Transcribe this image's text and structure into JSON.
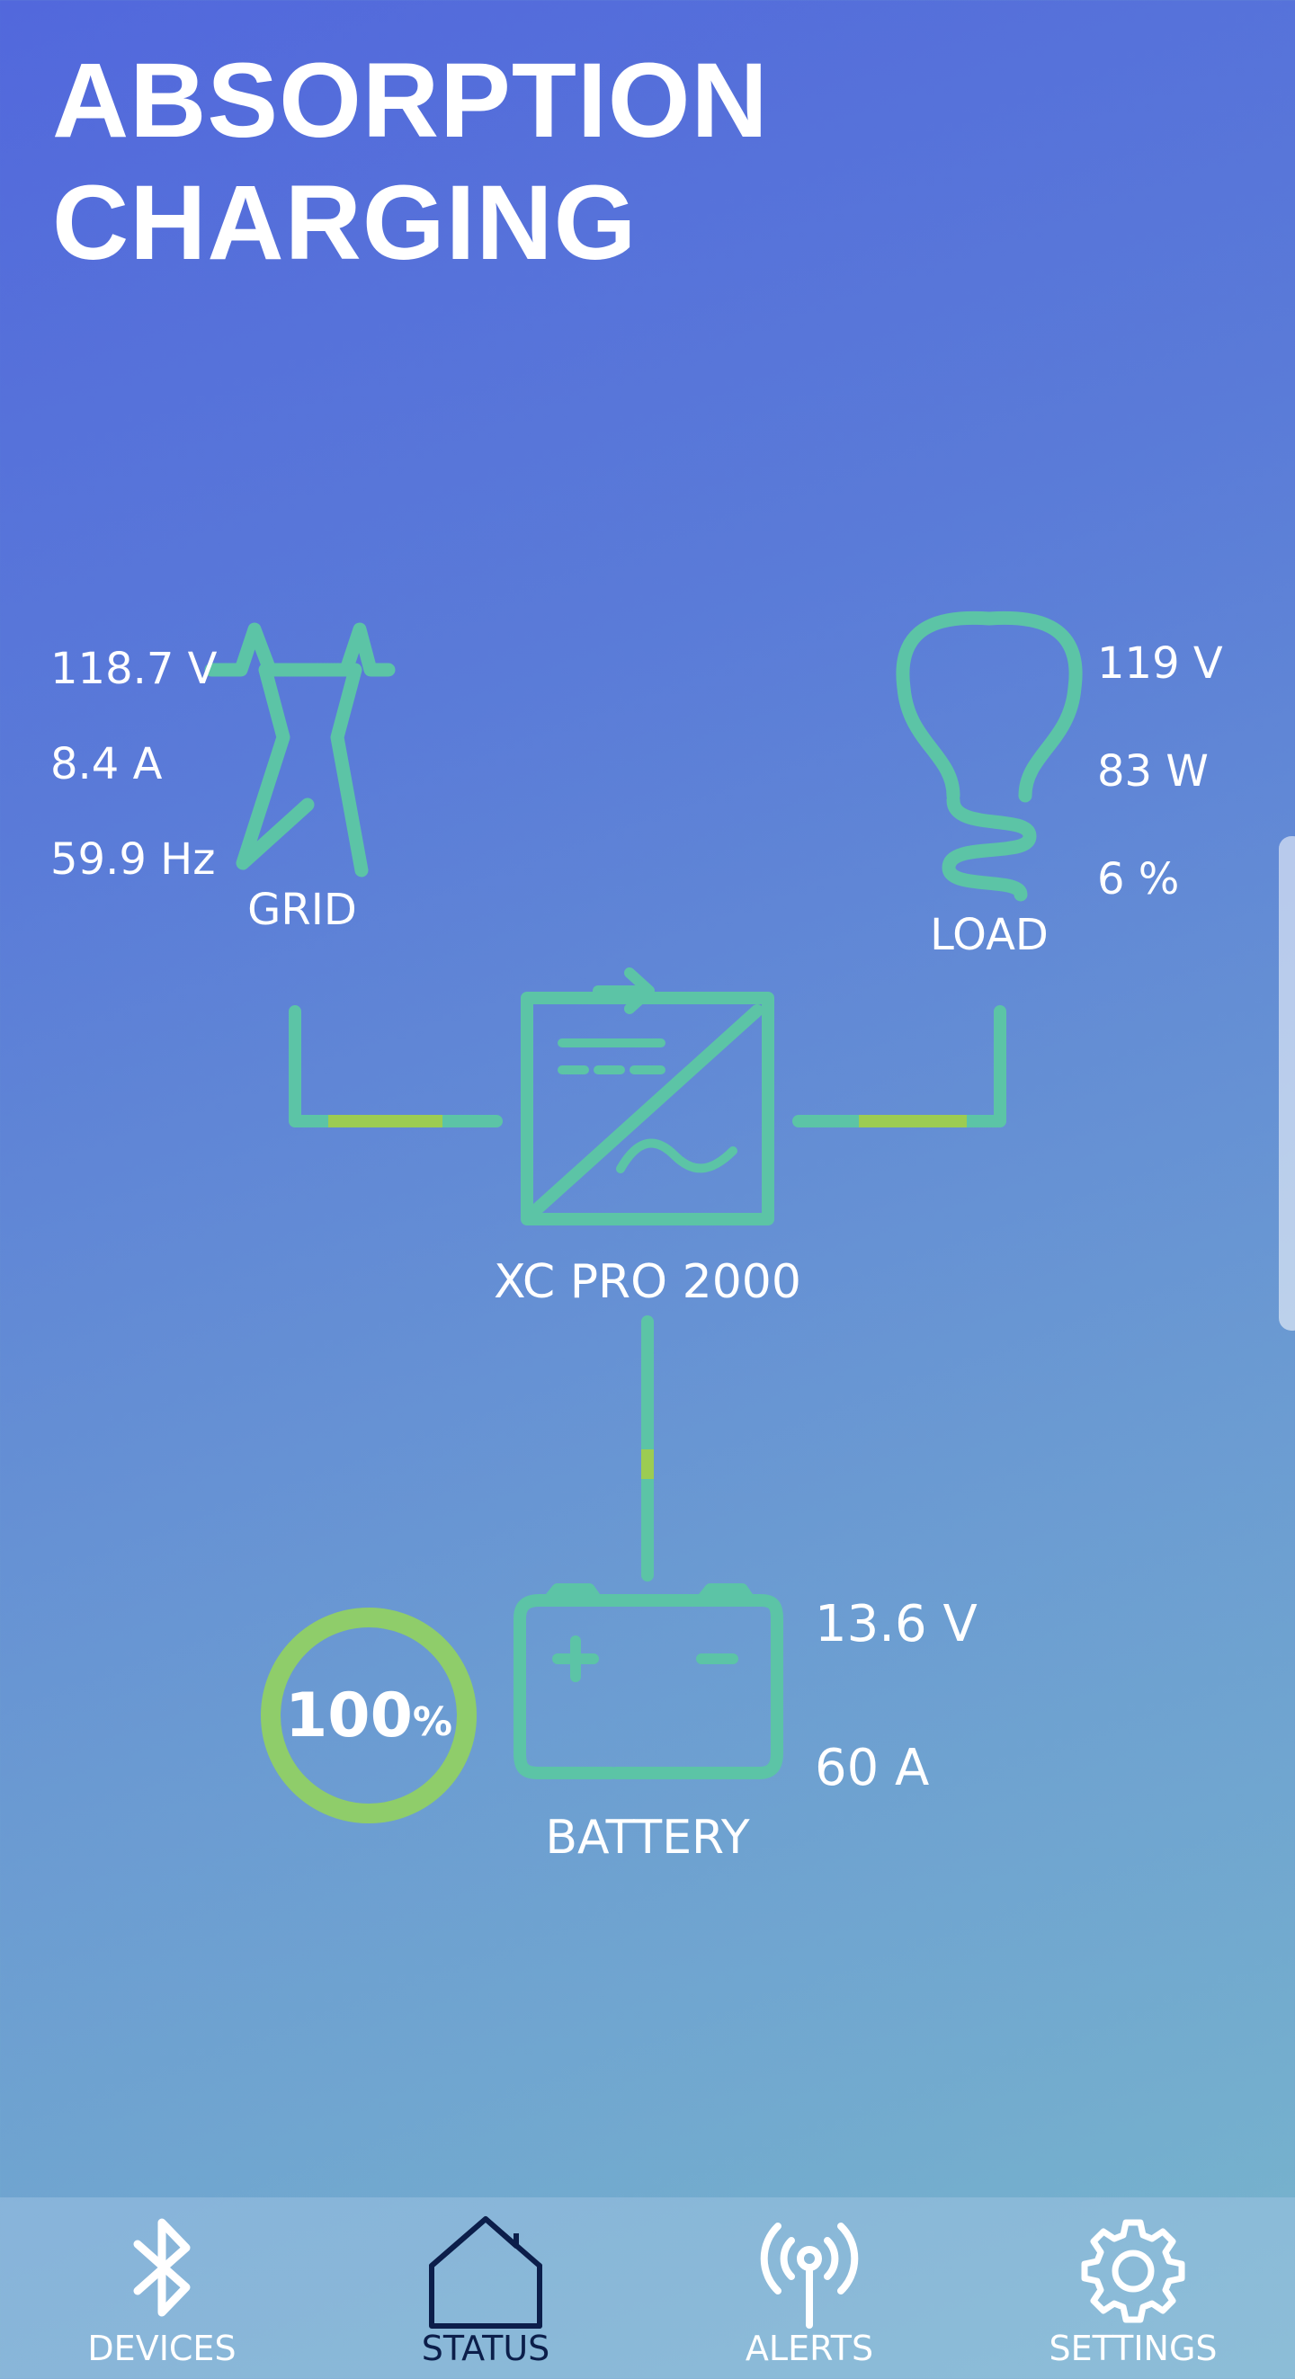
{
  "screen": {
    "title_line1": "ABSORPTION",
    "title_line2": "CHARGING"
  },
  "grid": {
    "label": "GRID",
    "voltage": "118.7 V",
    "current": "8.4 A",
    "frequency": "59.9 Hz",
    "icon": "power-tower-icon"
  },
  "load": {
    "label": "LOAD",
    "voltage": "119 V",
    "power": "83 W",
    "percent": "6 %",
    "icon": "lightbulb-icon"
  },
  "inverter": {
    "label": "XC PRO 2000",
    "icon": "inverter-charger-icon"
  },
  "battery": {
    "label": "BATTERY",
    "voltage": "13.6 V",
    "current": "60 A",
    "soc_value": "100",
    "soc_unit": "%",
    "soc_fraction": 1.0,
    "icon": "battery-icon"
  },
  "nav": {
    "items": [
      {
        "label": "DEVICES",
        "icon": "bluetooth-icon",
        "active": false
      },
      {
        "label": "STATUS",
        "icon": "home-icon",
        "active": true
      },
      {
        "label": "ALERTS",
        "icon": "antenna-icon",
        "active": false
      },
      {
        "label": "SETTINGS",
        "icon": "gear-icon",
        "active": false
      }
    ]
  },
  "colors": {
    "flow_line": "#5cc4a6",
    "flow_pulse": "#9ccc52",
    "ring": "#8fcd6a",
    "active_nav": "#0c1e4a",
    "text": "#ffffff"
  }
}
